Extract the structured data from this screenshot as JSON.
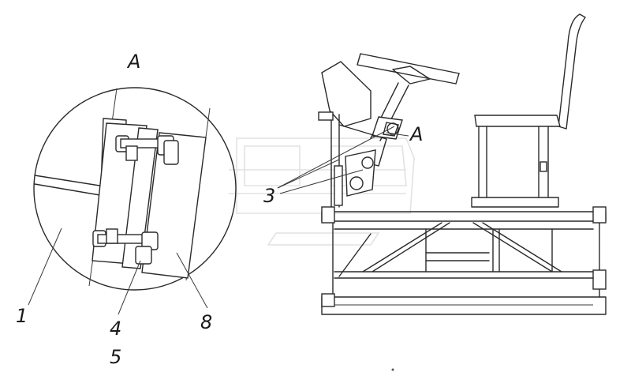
{
  "labels": {
    "view": "A",
    "view_callout": "A",
    "callout_3": "3",
    "part_1": "1",
    "part_4": "4",
    "part_5": "5",
    "part_8": "8"
  }
}
